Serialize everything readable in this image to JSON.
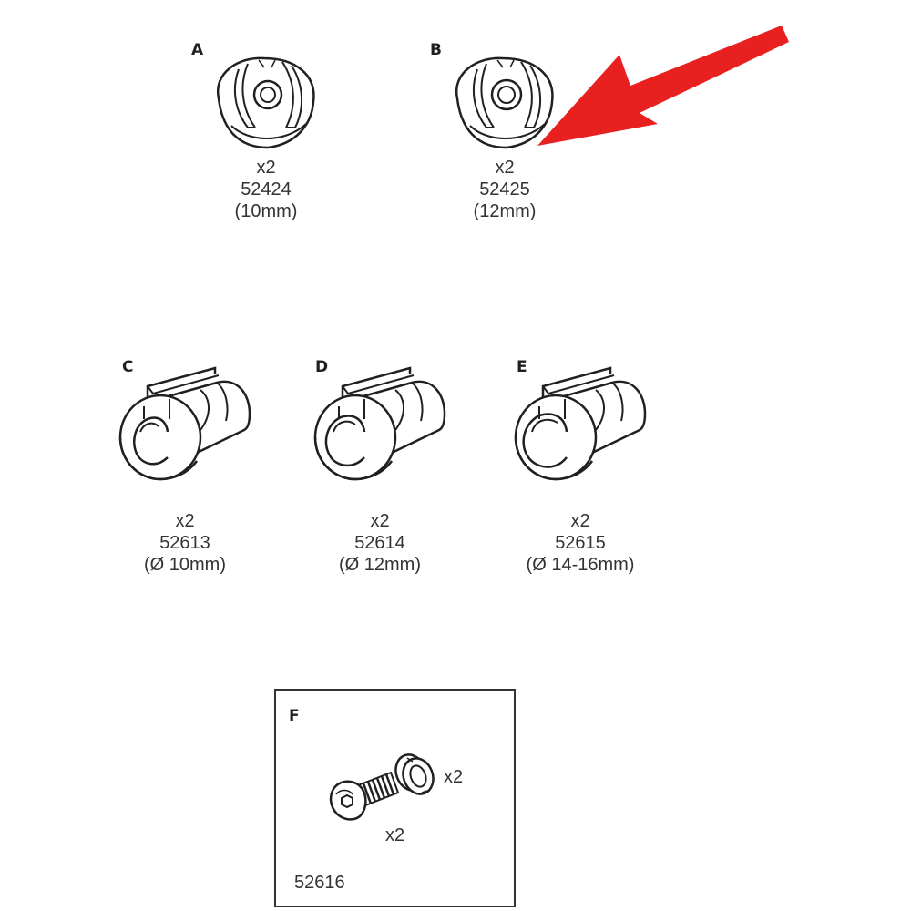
{
  "parts": [
    {
      "letter": "A",
      "qty": "x2",
      "code": "52424",
      "size": "(10mm)"
    },
    {
      "letter": "B",
      "qty": "x2",
      "code": "52425",
      "size": "(12mm)"
    },
    {
      "letter": "C",
      "qty": "x2",
      "code": "52613",
      "size": "(Ø 10mm)"
    },
    {
      "letter": "D",
      "qty": "x2",
      "code": "52614",
      "size": "(Ø 12mm)"
    },
    {
      "letter": "E",
      "qty": "x2",
      "code": "52615",
      "size": "(Ø 14-16mm)"
    }
  ],
  "kit": {
    "letter": "F",
    "washer_qty": "x2",
    "bolt_qty": "x2",
    "code": "52616"
  },
  "colors": {
    "arrow": "#e8201f",
    "line": "#231f20"
  }
}
